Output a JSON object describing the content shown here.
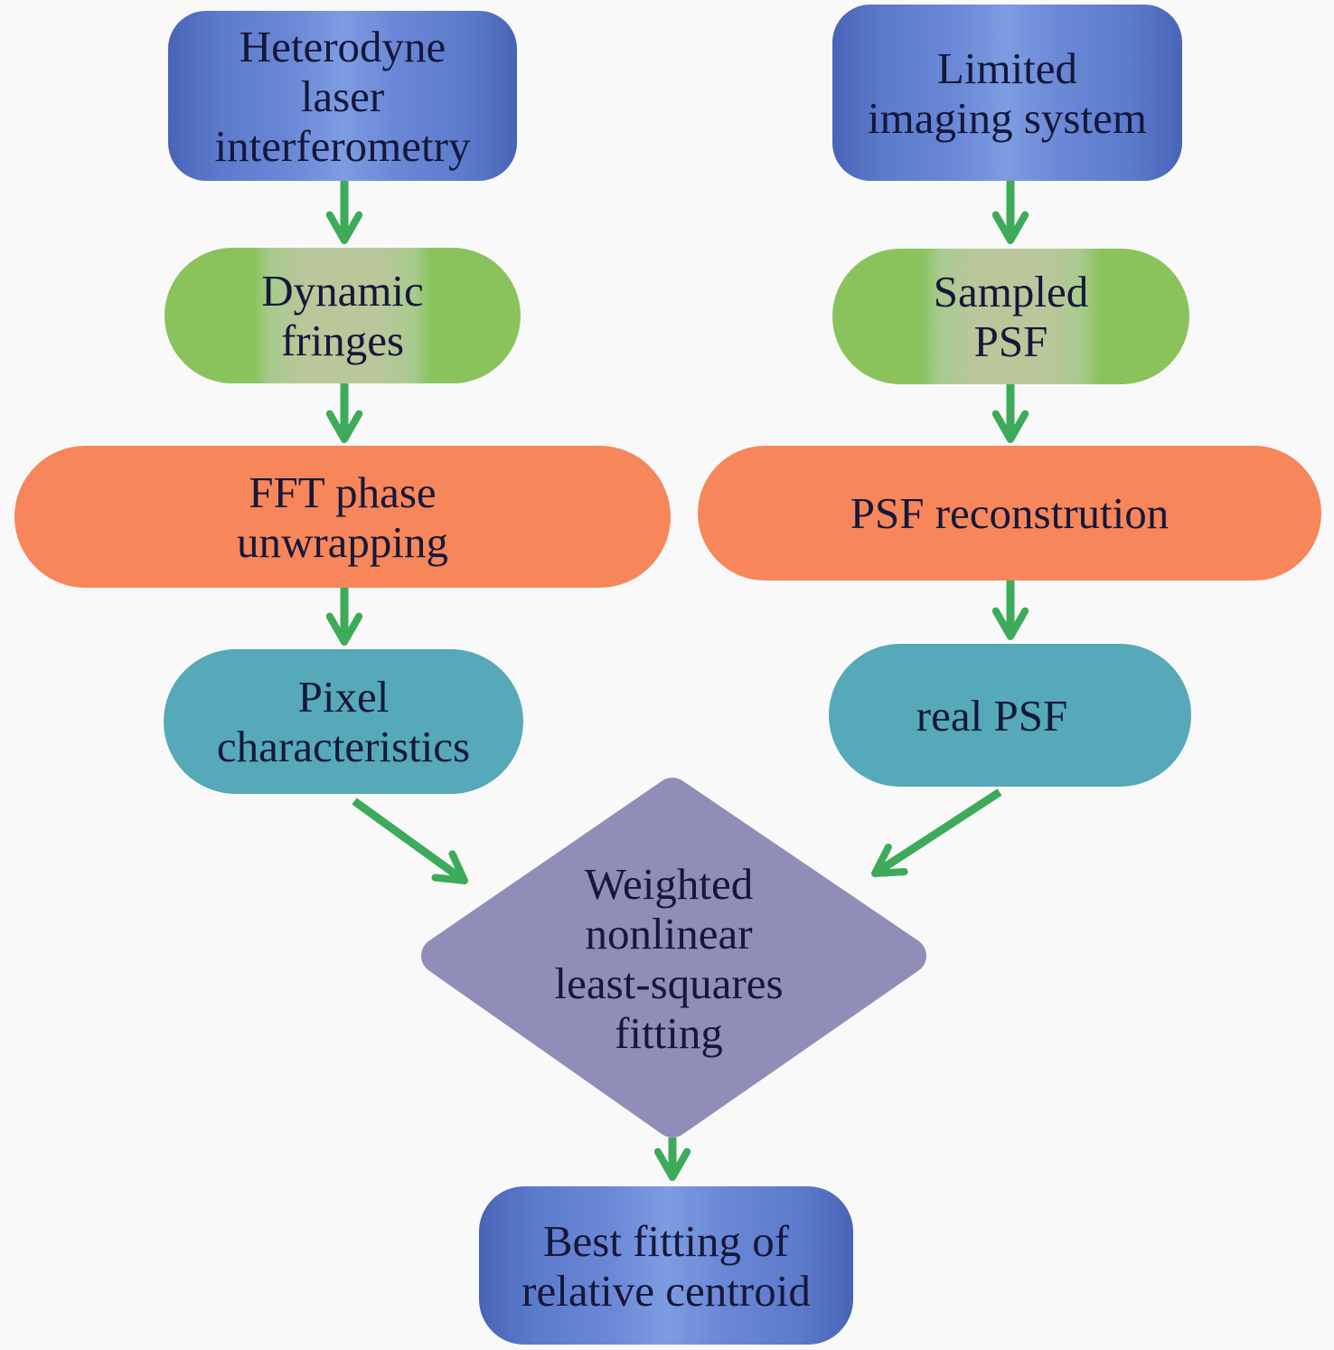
{
  "nodes": {
    "heterodyne": "Heterodyne\nlaser\ninterferometry",
    "limited": "Limited\nimaging system",
    "dynamic": "Dynamic\nfringes",
    "sampled": "Sampled\nPSF",
    "fft": "FFT phase\nunwrapping",
    "psf_recon": "PSF reconstrution",
    "pixel": "Pixel\ncharacteristics",
    "real_psf": "real PSF",
    "weighted": "Weighted\nnonlinear\nleast-squares\nfitting",
    "best": "Best fitting of\nrelative centroid"
  },
  "colors": {
    "arrow": "#3dab5a",
    "blue": "#6a88d6",
    "green": "#8ac35c",
    "orange": "#f7865a",
    "teal": "#55a9b9",
    "purple": "#908db9"
  }
}
